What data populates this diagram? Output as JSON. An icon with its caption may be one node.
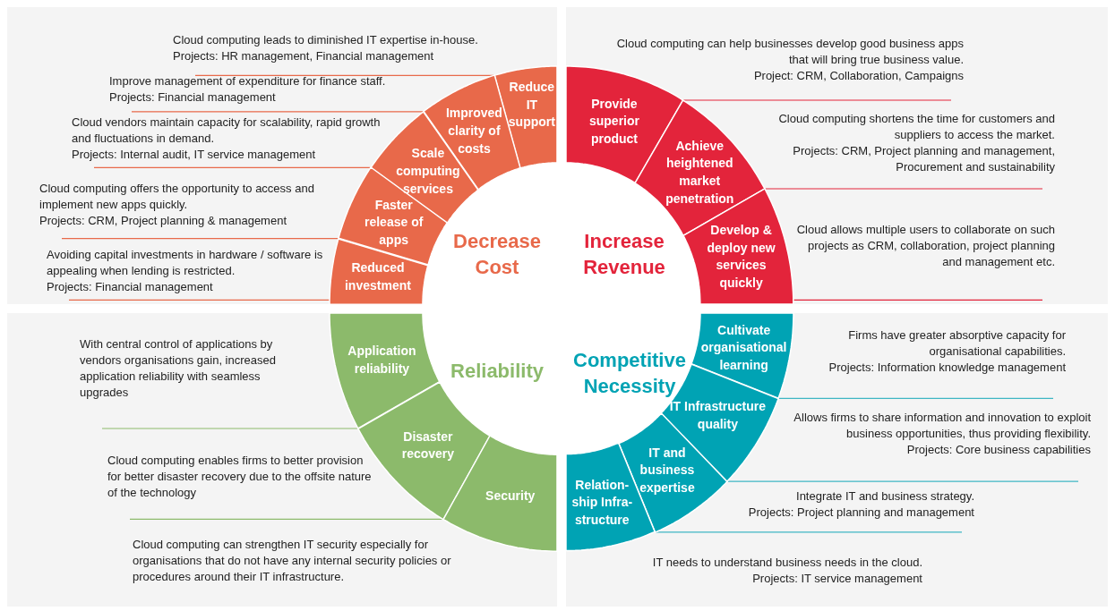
{
  "diagram": {
    "nodes": [
      {
        "text": [
          "Decrease Cost"
        ]
      },
      {
        "text": [
          "Reduce IT support"
        ]
      },
      {
        "text": [
          "Improved clarity of costs"
        ]
      },
      {
        "text": [
          "Scale computing services"
        ]
      },
      {
        "text": [
          "Faster release of apps"
        ]
      },
      {
        "text": [
          "Reduced investment"
        ]
      },
      {
        "text": [
          "Cloud computing leads to diminished IT expertise in-house.",
          "Projects: HR management, Financial management"
        ]
      },
      {
        "text": [
          "Improve management of expenditure for finance staff.",
          "Projects: Financial management"
        ]
      },
      {
        "text": [
          "Cloud vendors maintain capacity for scalability, rapid growth and fluctuations in demand.",
          "Projects: Internal audit, IT service management"
        ]
      },
      {
        "text": [
          "Cloud computing offers the opportunity to access and implement new apps quickly.",
          "Projects: CRM, Project planning & management"
        ]
      },
      {
        "text": [
          "Avoiding capital investments in hardware / software is appealing when lending is restricted.",
          "Projects: Financial management"
        ]
      },
      {
        "text": [
          "Increase Revenue"
        ]
      },
      {
        "text": [
          "Provide superior product"
        ]
      },
      {
        "text": [
          "Achieve heightened market penetration"
        ]
      },
      {
        "text": [
          "Develop & deploy new services quickly"
        ]
      },
      {
        "text": [
          "Cloud computing can help businesses develop good business apps that will bring true business value.",
          "Project: CRM, Collaboration, Campaigns"
        ]
      },
      {
        "text": [
          "Cloud computing shortens the time for customers and suppliers to access the market.",
          "Projects: CRM, Project planning and management, Procurement and sustainability"
        ]
      },
      {
        "text": [
          "Cloud allows multiple users to collaborate on such projects as CRM, collaboration, project planning and management etc."
        ]
      },
      {
        "text": [
          "Reliability"
        ]
      },
      {
        "text": [
          "Application reliability"
        ]
      },
      {
        "text": [
          "Disaster recovery"
        ]
      },
      {
        "text": [
          "Security"
        ]
      },
      {
        "text": [
          "With central control of applications by vendors organisations gain, increased application reliability with seamless upgrades"
        ]
      },
      {
        "text": [
          "Cloud computing enables firms to better provision for better disaster recovery due to the offsite nature of the technology"
        ]
      },
      {
        "text": [
          "Competitive Necessity"
        ]
      },
      {
        "text": [
          "Cultivate organisational learning"
        ]
      },
      {
        "text": [
          "IT Infrastructure quality"
        ]
      },
      {
        "text": [
          "IT and business expertise"
        ]
      },
      {
        "text": [
          "Relation- ship Infra- structure"
        ]
      },
      {
        "text": [
          "Firms have greater absorptive capacity for organisational capabilities.",
          "Projects: Information knowledge management"
        ]
      },
      {
        "text": [
          "Allows firms to share information and innovation to exploit business opportunities, thus providing flexibility.",
          "Projects: Core business capabilities"
        ]
      },
      {
        "text": [
          "Integrate IT and business strategy.",
          "Projects: Project planning and management"
        ]
      }
    ],
    "edges": [
      {
        "from": 6,
        "to": 1,
        "arrow": "none",
        "color": "#e8694a"
      },
      {
        "from": 7,
        "to": 2,
        "arrow": "none",
        "color": "#e8694a"
      },
      {
        "from": 8,
        "to": 3,
        "arrow": "none",
        "color": "#e8694a"
      },
      {
        "from": 9,
        "to": 4,
        "arrow": "none",
        "color": "#e8694a"
      },
      {
        "from": 10,
        "to": 5,
        "arrow": "none",
        "color": "#e8694a"
      },
      {
        "from": 15,
        "to": 12,
        "arrow": "none",
        "color": "#e3243b"
      },
      {
        "from": 16,
        "to": 13,
        "arrow": "none",
        "color": "#e3243b"
      },
      {
        "from": 17,
        "to": 14,
        "arrow": "none",
        "color": "#e3243b"
      },
      {
        "from": 22,
        "to": 19,
        "arrow": "none",
        "color": "#8cba6b"
      },
      {
        "from": 23,
        "to": 20,
        "arrow": "none",
        "color": "#8cba6b"
      },
      {
        "from": 29,
        "to": 25,
        "arrow": "none",
        "color": "#3fb6c3"
      },
      {
        "from": 30,
        "to": 26,
        "arrow": "none",
        "color": "#3fb6c3"
      },
      {
        "from": 31,
        "to": 27,
        "arrow": "none",
        "color": "#3fb6c3"
      }
    ],
    "labels": [
      "Cloud computing can strengthen IT security especially for organisations that do not have any internal security policies or procedures around their IT infrastructure.",
      "IT needs to understand business needs in the cloud.",
      "Projects: IT service management"
    ]
  }
}
